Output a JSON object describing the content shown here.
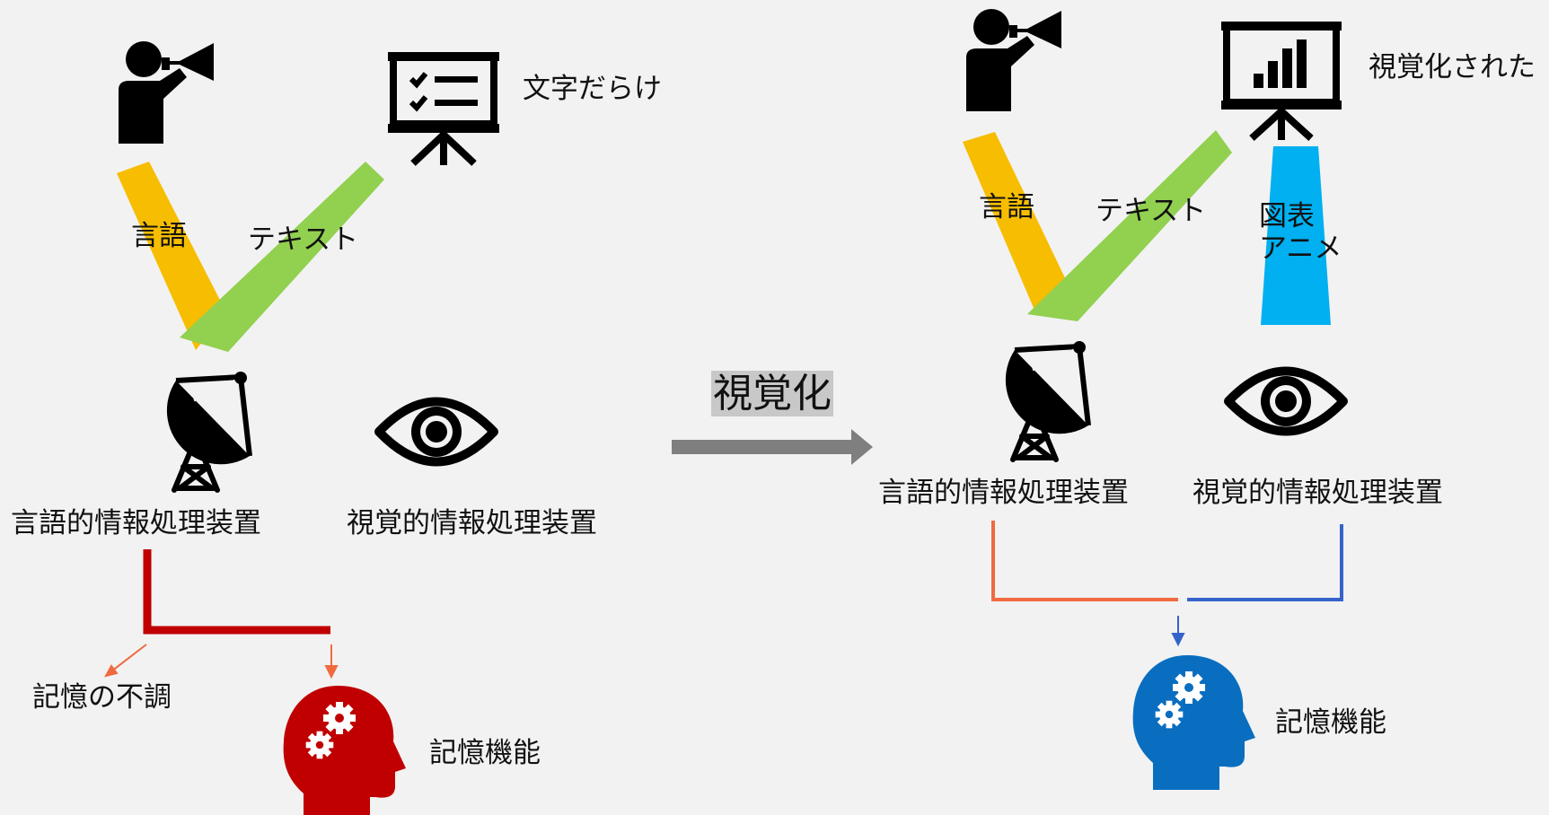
{
  "left": {
    "text_only": "文字だらけ",
    "channel_verbal": "言語",
    "channel_text": "テキスト",
    "verbal_processor": "言語的情報処理装置",
    "visual_processor": "視覚的情報処理装置",
    "memory_problem": "記憶の不調",
    "memory": "記憶機能"
  },
  "center": {
    "arrow_label": "視覚化"
  },
  "right": {
    "visualized": "視覚化された",
    "channel_verbal": "言語",
    "channel_text": "テキスト",
    "channel_visual_line1": "図表",
    "channel_visual_line2": "アニメ",
    "verbal_processor": "言語的情報処理装置",
    "visual_processor": "視覚的情報処理装置",
    "memory": "記憶機能"
  },
  "colors": {
    "verbal_band": "#f7bd00",
    "text_band": "#92d050",
    "visual_band": "#00b0f0",
    "left_connector": "#c00000",
    "left_head": "#c00000",
    "right_connector_orange": "#f06a40",
    "right_connector_blue": "#3563c9",
    "right_head": "#0a6ec0",
    "arrow": "#7f7f7f"
  }
}
